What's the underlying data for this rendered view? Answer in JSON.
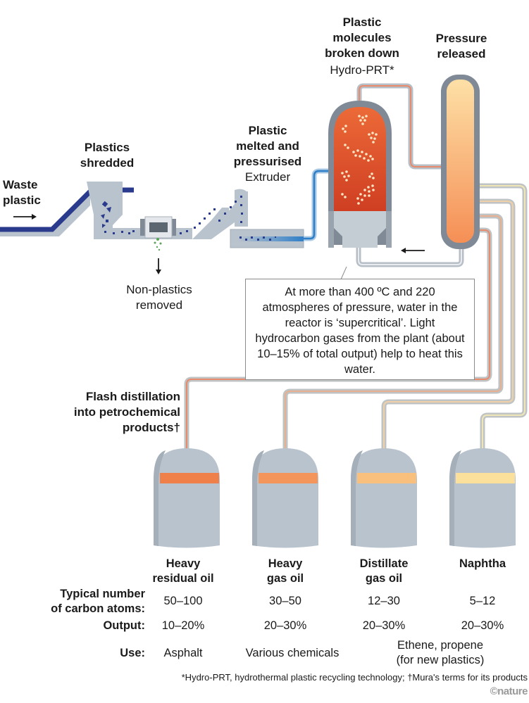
{
  "stages": {
    "waste": {
      "title": "Waste plastic"
    },
    "shred": {
      "title": "Plastics shredded"
    },
    "removed": {
      "caption": "Non-plastics removed"
    },
    "extruder": {
      "title": "Plastic melted and pressurised",
      "subtitle": "Extruder"
    },
    "reactor": {
      "title": "Plastic molecules broken down",
      "subtitle": "Hydro-PRT*"
    },
    "pressure": {
      "title": "Pressure released"
    },
    "distill": {
      "title": "Flash distillation into petrochemical products†"
    }
  },
  "note": "At more than 400 ºC and 220 atmospheres of pressure, water in the reactor is ‘supercritical’. Light hydrocarbon gases from the plant (about 10–15% of total output) help to heat this water.",
  "products": {
    "row_labels": {
      "carbon": "Typical number of carbon atoms:",
      "output": "Output:",
      "use": "Use:"
    },
    "items": [
      {
        "name": "Heavy residual oil",
        "carbon": "50–100",
        "output": "10–20%",
        "band_color": "#f0804a"
      },
      {
        "name": "Heavy gas oil",
        "carbon": "30–50",
        "output": "20–30%",
        "band_color": "#f4965c"
      },
      {
        "name": "Distillate gas oil",
        "carbon": "12–30",
        "output": "20–30%",
        "band_color": "#f8c07c"
      },
      {
        "name": "Naphtha",
        "carbon": "5–12",
        "output": "20–30%",
        "band_color": "#fbe09c"
      }
    ],
    "uses": [
      {
        "text": "Asphalt"
      },
      {
        "text": "Various chemicals"
      },
      {
        "text": "Ethene, propene (for new plastics)"
      }
    ]
  },
  "footnote": "*Hydro-PRT, hydrothermal plastic recycling technology; †Mura's terms for its products",
  "credit": "©nature",
  "colors": {
    "equipment": "#b9c3cd",
    "equipment_dark": "#7f8a96",
    "conveyor_belt": "#2a3a8c",
    "reactor_fill": "#e2502a",
    "column_fill": "#f6a468",
    "water_pipe": "#3a8fd0"
  }
}
